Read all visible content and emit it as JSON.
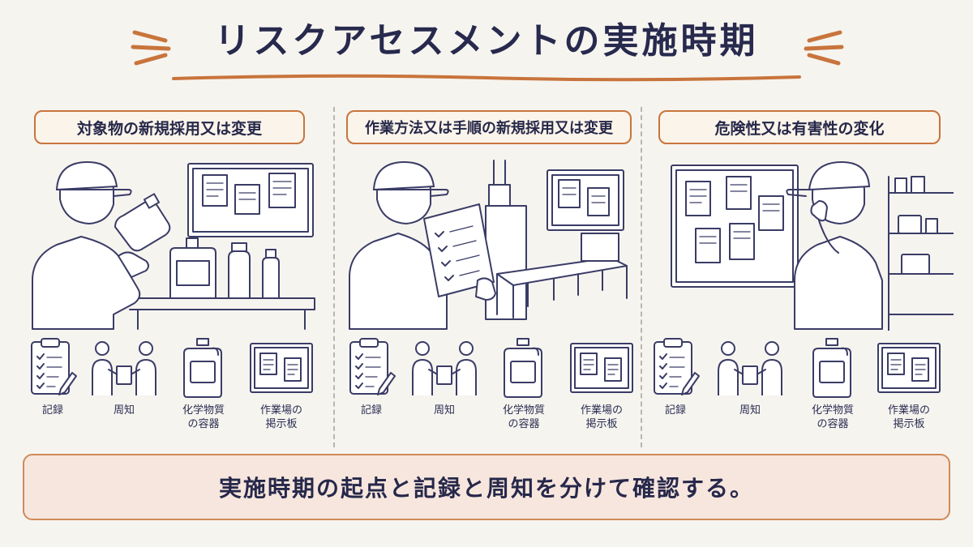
{
  "title": "リスクアセスメントの実施時期",
  "colors": {
    "accent": "#c8743c",
    "ink": "#2a2d52",
    "bottom_bg": "#f7e6dd",
    "page_bg": "#f6f4ef"
  },
  "panels": [
    {
      "label": "対象物の新規採用又は変更",
      "scene": "worker-inspecting-chemical-container",
      "icons": [
        {
          "icon": "clipboard-checklist-icon",
          "label": "記録"
        },
        {
          "icon": "two-people-sharing-icon",
          "label": "周知"
        },
        {
          "icon": "chemical-jug-icon",
          "label": "化学物質\nの容器"
        },
        {
          "icon": "bulletin-board-icon",
          "label": "作業場の\n掲示板"
        }
      ]
    },
    {
      "label": "作業方法又は手順の新規採用又は変更",
      "scene": "worker-reading-checklist-at-machine",
      "icons": [
        {
          "icon": "clipboard-checklist-icon",
          "label": "記録"
        },
        {
          "icon": "two-people-sharing-icon",
          "label": "周知"
        },
        {
          "icon": "chemical-jug-icon",
          "label": "化学物質\nの容器"
        },
        {
          "icon": "bulletin-board-icon",
          "label": "作業場の\n掲示板"
        }
      ]
    },
    {
      "label": "危険性又は有害性の変化",
      "scene": "worker-thinking-at-bulletin-board",
      "icons": [
        {
          "icon": "clipboard-checklist-icon",
          "label": "記録"
        },
        {
          "icon": "two-people-sharing-icon",
          "label": "周知"
        },
        {
          "icon": "chemical-jug-icon",
          "label": "化学物質\nの容器"
        },
        {
          "icon": "bulletin-board-icon",
          "label": "作業場の\n掲示板"
        }
      ]
    }
  ],
  "bottom_message": "実施時期の起点と記録と周知を分けて確認する。"
}
